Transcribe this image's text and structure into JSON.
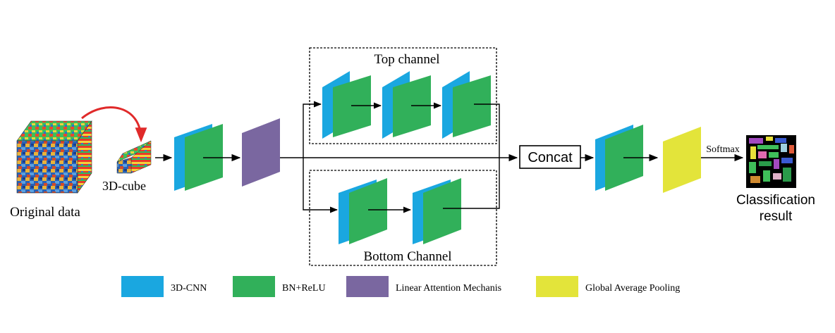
{
  "colors": {
    "cnn": "#1aa7e0",
    "bn": "#31b05a",
    "attention": "#7a67a0",
    "gap": "#e3e43a",
    "arrow": "#000000",
    "link": "#e02a2a"
  },
  "labels": {
    "original_data": "Original data",
    "cube": "3D-cube",
    "top_channel": "Top channel",
    "bottom_channel": "Bottom Channel",
    "concat": "Concat",
    "softmax": "Softmax",
    "result_line1": "Classification",
    "result_line2": "result"
  },
  "legend": [
    {
      "label": "3D-CNN",
      "color_key": "cnn"
    },
    {
      "label": "BN+ReLU",
      "color_key": "bn"
    },
    {
      "label": "Linear Attention Mechanis",
      "color_key": "attention"
    },
    {
      "label": "Global Average Pooling",
      "color_key": "gap"
    }
  ]
}
